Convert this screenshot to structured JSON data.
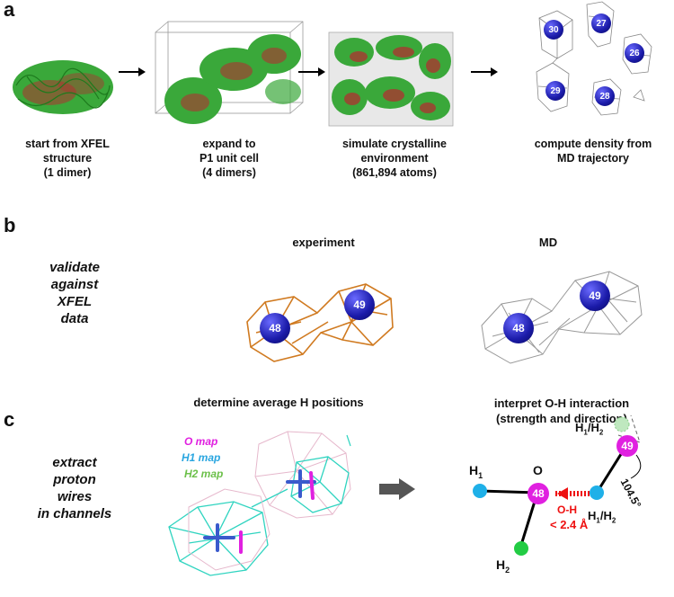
{
  "panel_a": {
    "letter": "a",
    "steps": [
      {
        "line1": "start from XFEL",
        "line2": "structure",
        "line3": "(1 dimer)"
      },
      {
        "line1": "expand to",
        "line2": "P1 unit cell",
        "line3": "(4 dimers)"
      },
      {
        "line1": "simulate crystalline",
        "line2": "environment",
        "line3": "(861,894 atoms)"
      },
      {
        "line1": "compute density from",
        "line2": "MD trajectory",
        "line3": ""
      }
    ],
    "density_labels": [
      "30",
      "27",
      "26",
      "29",
      "28"
    ]
  },
  "panel_b": {
    "letter": "b",
    "side_lines": [
      "validate",
      "against",
      "XFEL",
      "data"
    ],
    "experiment_title": "experiment",
    "md_title": "MD",
    "exp_atoms": [
      "48",
      "49"
    ],
    "md_atoms": [
      "48",
      "49"
    ]
  },
  "panel_c": {
    "letter": "c",
    "side_lines": [
      "extract",
      "proton",
      "wires",
      "in channels"
    ],
    "left_title": "determine average H positions",
    "right_title_1": "interpret O-H interaction",
    "right_title_2": "(strength and direction)",
    "legend": [
      {
        "label": "O map",
        "color": "#e020e0"
      },
      {
        "label": "H1 map",
        "color": "#2aa6e0"
      },
      {
        "label": "H2 map",
        "color": "#6cc04a"
      }
    ],
    "scheme": {
      "left_oxygen": "48",
      "right_oxygen": "49",
      "o_label": "O",
      "h1_label": "H",
      "h1_sub": "1",
      "h2_label": "H",
      "h2_sub": "2",
      "h12_label": "H",
      "h12_sub1": "1",
      "h12_mid": "/H",
      "h12_sub2": "2",
      "oh_label": "O-H",
      "dist_label": "< 2.4 Å",
      "angle_label": "104.5°"
    }
  },
  "colors": {
    "protein_green": "#2a9a2a",
    "protein_red": "#b02020",
    "water_blue": "#1a1aa8",
    "mesh_orange": "#d07a20",
    "oxygen_magenta": "#e020e0",
    "h1_cyan": "#1fb0e8",
    "h2_green": "#22cc44",
    "hbond_red": "#ee1111"
  }
}
